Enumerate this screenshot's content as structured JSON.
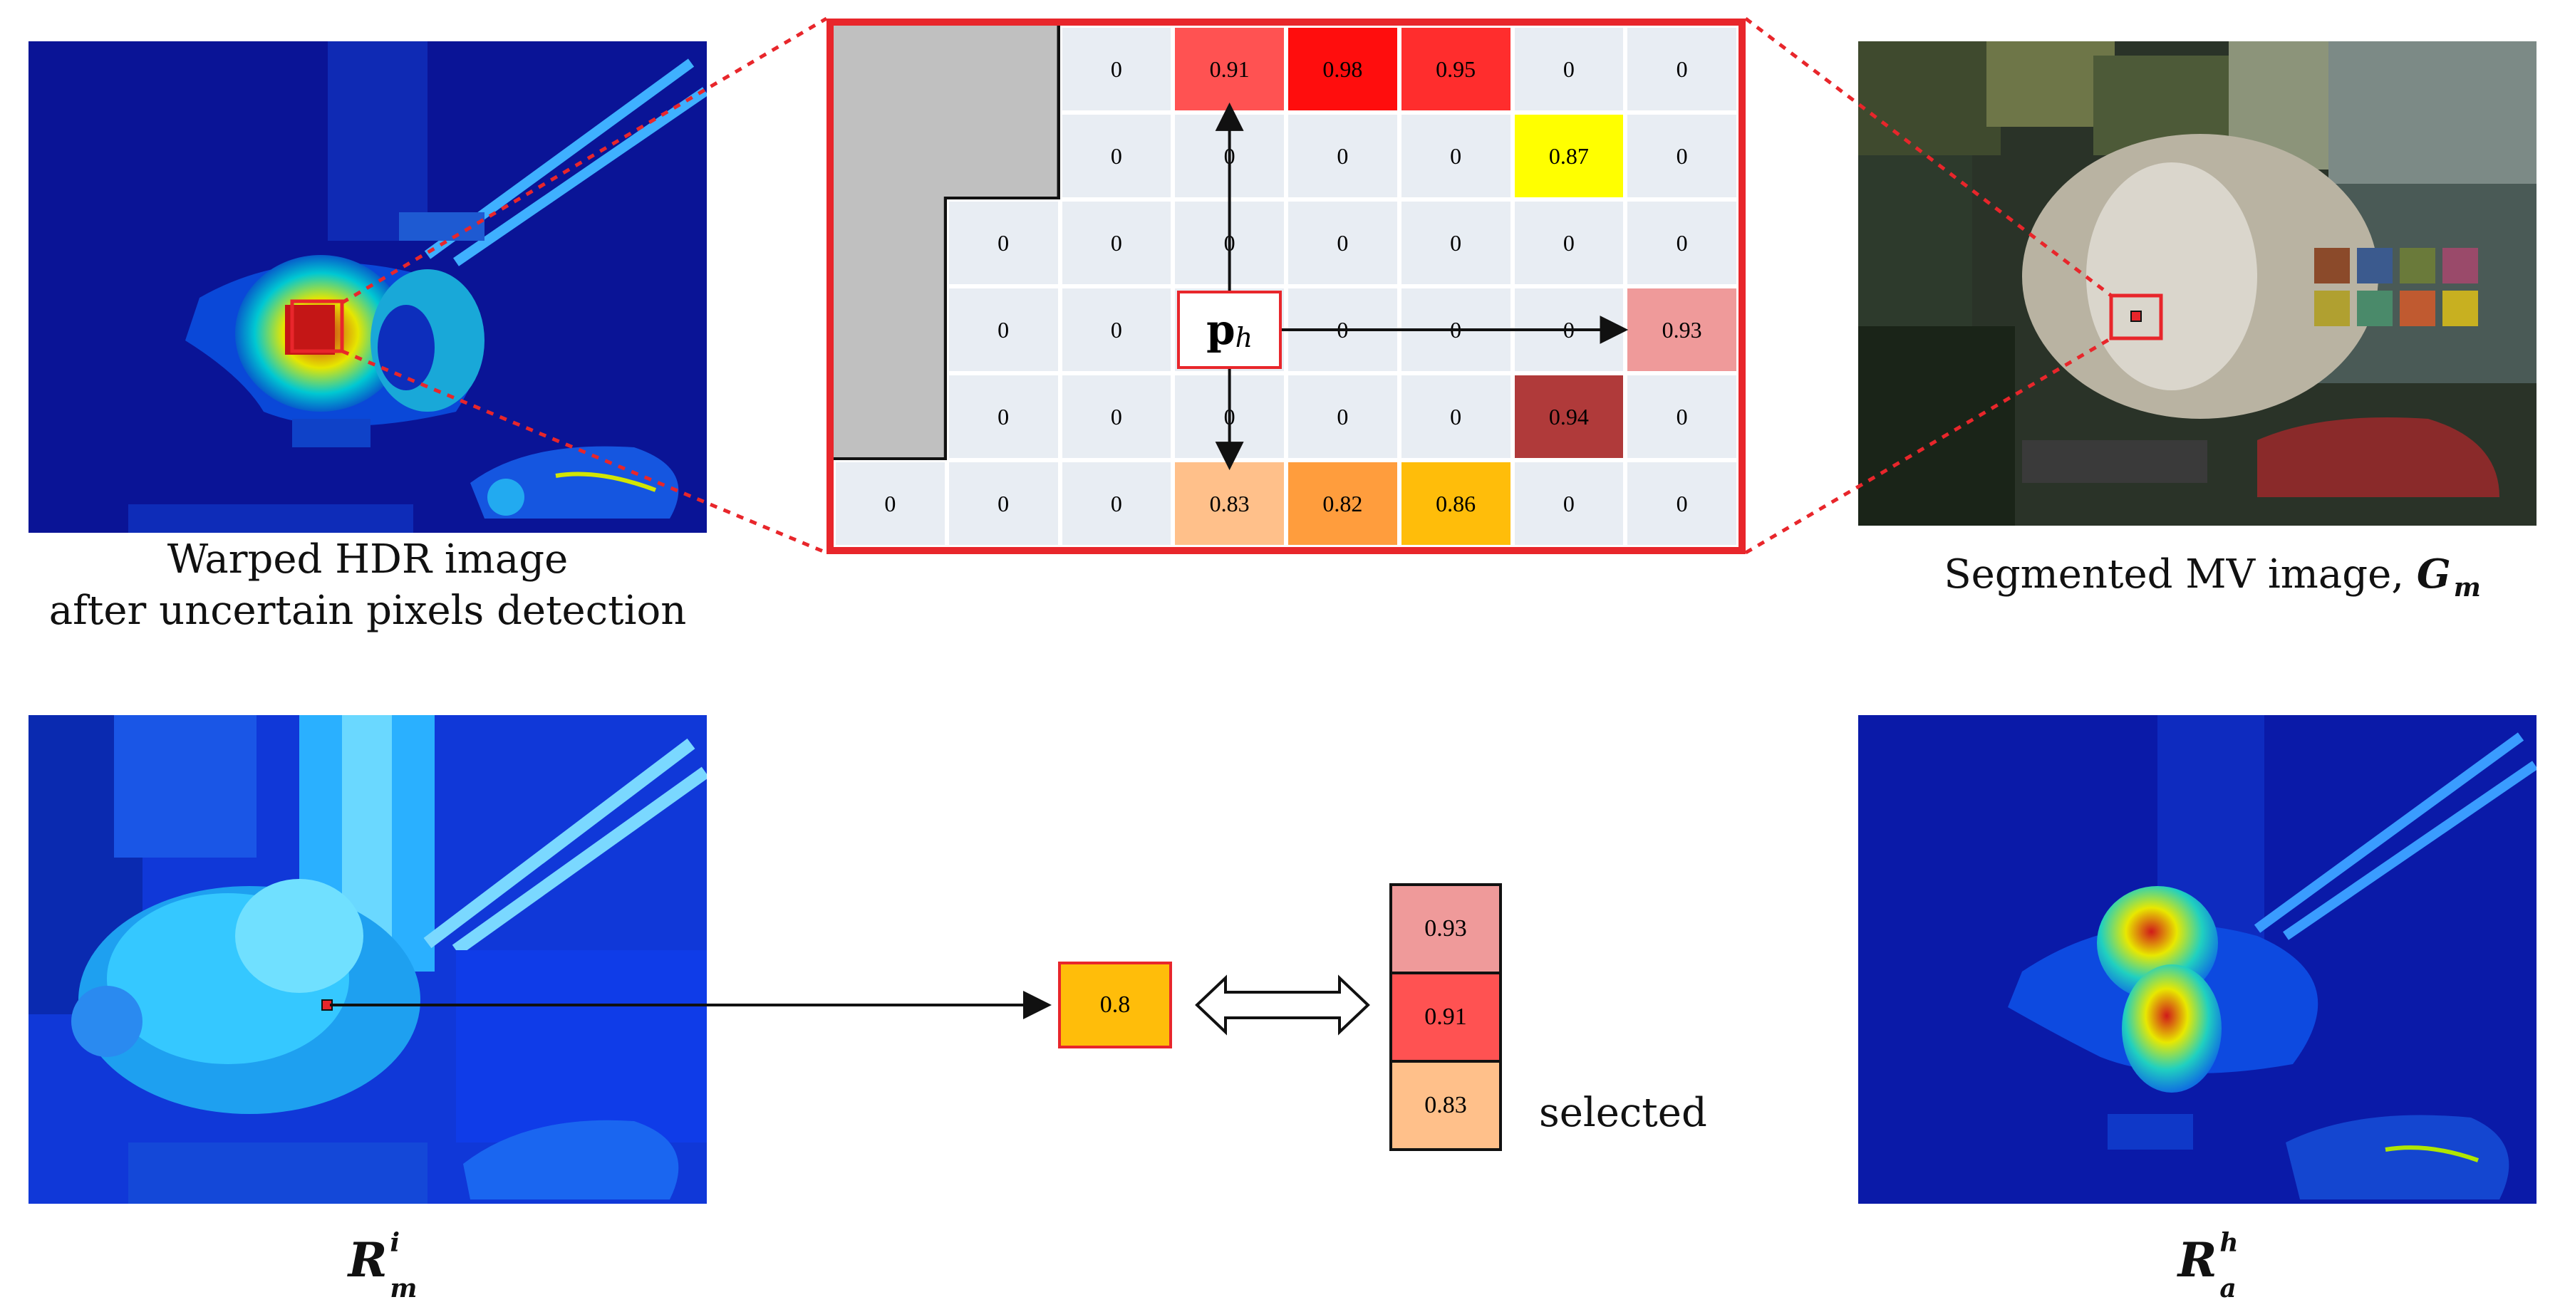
{
  "captions": {
    "warped_line1": "Warped HDR image",
    "warped_line2": "after uncertain pixels detection",
    "segmented_text": "Segmented MV image,",
    "segmented_symbol": "G",
    "segmented_sub": "m",
    "rmi_symbol": "R",
    "rmi_sup": "i",
    "rmi_sub": "m",
    "rah_symbol": "R",
    "rah_sup": "h",
    "rah_sub": "a"
  },
  "grid": {
    "cols": 8,
    "rows": 6,
    "center_label": "p",
    "center_sub": "h",
    "cells": [
      [
        null,
        null,
        "0",
        "0.91",
        "0.98",
        "0.95",
        "0",
        "0"
      ],
      [
        null,
        null,
        "0",
        "0",
        "0",
        "0",
        "0.87",
        "0"
      ],
      [
        null,
        "0",
        "0",
        "0",
        "0",
        "0",
        "0",
        "0"
      ],
      [
        null,
        "0",
        "0",
        "",
        "0",
        "0",
        "0",
        "0.93"
      ],
      [
        null,
        "0",
        "0",
        "0",
        "0",
        "0",
        "0.94",
        "0"
      ],
      [
        "0",
        "0",
        "0",
        "0.83",
        "0.82",
        "0.86",
        "0",
        "0"
      ]
    ],
    "colors": [
      [
        null,
        null,
        "#e8edf3",
        "#ff5252",
        "#ff0d0d",
        "#ff2d2d",
        "#e8edf3",
        "#e8edf3"
      ],
      [
        null,
        null,
        "#e8edf3",
        "#e8edf3",
        "#e8edf3",
        "#e8edf3",
        "#ffff00",
        "#e8edf3"
      ],
      [
        null,
        "#e8edf3",
        "#e8edf3",
        "#e8edf3",
        "#e8edf3",
        "#e8edf3",
        "#e8edf3",
        "#e8edf3"
      ],
      [
        null,
        "#e8edf3",
        "#e8edf3",
        "#e8edf3",
        "#e8edf3",
        "#e8edf3",
        "#e8edf3",
        "#ef9a9a"
      ],
      [
        null,
        "#e8edf3",
        "#e8edf3",
        "#e8edf3",
        "#e8edf3",
        "#e8edf3",
        "#b03a3a",
        "#e8edf3"
      ],
      [
        "#e8edf3",
        "#e8edf3",
        "#e8edf3",
        "#ffc08a",
        "#ff9d3d",
        "#ffbd0a",
        "#e8edf3",
        "#e8edf3"
      ]
    ]
  },
  "query_value": {
    "label": "0.8",
    "color": "#ffbd0a"
  },
  "candidates": [
    {
      "label": "0.93",
      "color": "#ef9a9a"
    },
    {
      "label": "0.91",
      "color": "#ff5252"
    },
    {
      "label": "0.83",
      "color": "#ffc08a"
    }
  ],
  "selected_label": "selected",
  "colors": {
    "accent_red": "#e8262b",
    "grid_bg": "#e8edf3",
    "mask_gray": "#c0c0c0"
  }
}
